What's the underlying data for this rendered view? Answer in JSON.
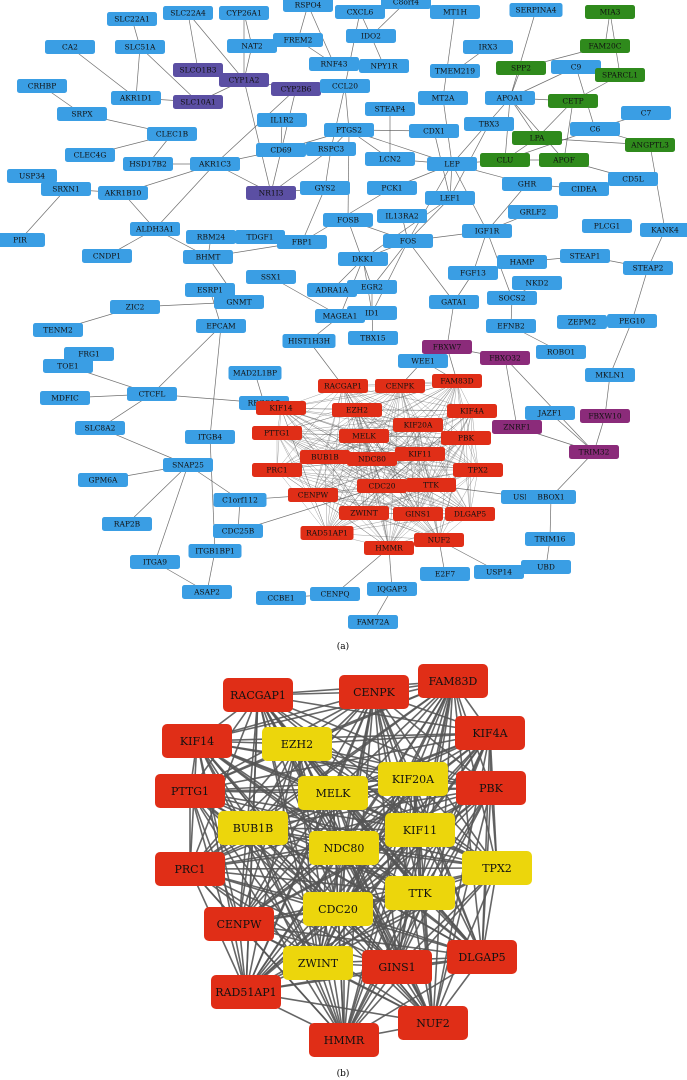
{
  "colors": {
    "blue": "#3a9ee4",
    "purple": "#5b4fa3",
    "green": "#2f8a1c",
    "red": "#e02e17",
    "magenta": "#8b2b7a",
    "yellow": "#ecd60c",
    "edge": "#555555"
  },
  "panel_a": {
    "caption": "(a)",
    "nodes": [
      {
        "id": "SLC22A1",
        "c": "blue"
      },
      {
        "id": "SLC22A4",
        "c": "blue"
      },
      {
        "id": "CYP26A1",
        "c": "blue"
      },
      {
        "id": "RSPO4",
        "c": "blue"
      },
      {
        "id": "CXCL6",
        "c": "blue"
      },
      {
        "id": "C8orf4",
        "c": "blue"
      },
      {
        "id": "MT1H",
        "c": "blue"
      },
      {
        "id": "SERPINA4",
        "c": "blue"
      },
      {
        "id": "MIA3",
        "c": "green"
      },
      {
        "id": "CA2",
        "c": "blue"
      },
      {
        "id": "SLC51A",
        "c": "blue"
      },
      {
        "id": "NAT2",
        "c": "blue"
      },
      {
        "id": "FREM2",
        "c": "blue"
      },
      {
        "id": "IDO2",
        "c": "blue"
      },
      {
        "id": "IRX3",
        "c": "blue"
      },
      {
        "id": "FAM20C",
        "c": "green"
      },
      {
        "id": "SLCO1B3",
        "c": "purple"
      },
      {
        "id": "CYP1A2",
        "c": "purple"
      },
      {
        "id": "RNF43",
        "c": "blue"
      },
      {
        "id": "NPY1R",
        "c": "blue"
      },
      {
        "id": "TMEM219",
        "c": "blue"
      },
      {
        "id": "SPP2",
        "c": "green"
      },
      {
        "id": "C9",
        "c": "blue"
      },
      {
        "id": "SPARCL1",
        "c": "green"
      },
      {
        "id": "CRHBP",
        "c": "blue"
      },
      {
        "id": "AKR1D1",
        "c": "blue"
      },
      {
        "id": "SLC10A1",
        "c": "purple"
      },
      {
        "id": "CYP2B6",
        "c": "purple"
      },
      {
        "id": "CCL20",
        "c": "blue"
      },
      {
        "id": "MT2A",
        "c": "blue"
      },
      {
        "id": "APOA1",
        "c": "blue"
      },
      {
        "id": "CETP",
        "c": "green"
      },
      {
        "id": "C7",
        "c": "blue"
      },
      {
        "id": "SRPX",
        "c": "blue"
      },
      {
        "id": "IL1R2",
        "c": "blue"
      },
      {
        "id": "STEAP4",
        "c": "blue"
      },
      {
        "id": "TBX3",
        "c": "blue"
      },
      {
        "id": "C6",
        "c": "blue"
      },
      {
        "id": "CLEC1B",
        "c": "blue"
      },
      {
        "id": "PTGS2",
        "c": "blue"
      },
      {
        "id": "CDX1",
        "c": "blue"
      },
      {
        "id": "LPA",
        "c": "green"
      },
      {
        "id": "ANGPTL3",
        "c": "green"
      },
      {
        "id": "CLEC4G",
        "c": "blue"
      },
      {
        "id": "HSD17B2",
        "c": "blue"
      },
      {
        "id": "CD69",
        "c": "blue"
      },
      {
        "id": "RSPC3",
        "c": "blue"
      },
      {
        "id": "USP34",
        "c": "blue"
      },
      {
        "id": "AKR1C3",
        "c": "blue"
      },
      {
        "id": "LCN2",
        "c": "blue"
      },
      {
        "id": "LEP",
        "c": "blue"
      },
      {
        "id": "CLU",
        "c": "green"
      },
      {
        "id": "APOF",
        "c": "green"
      },
      {
        "id": "CD5L",
        "c": "blue"
      },
      {
        "id": "SRXN1",
        "c": "blue"
      },
      {
        "id": "AKR1B10",
        "c": "blue"
      },
      {
        "id": "NR1I3",
        "c": "purple"
      },
      {
        "id": "GYS2",
        "c": "blue"
      },
      {
        "id": "PCK1",
        "c": "blue"
      },
      {
        "id": "GHR",
        "c": "blue"
      },
      {
        "id": "CIDEA",
        "c": "blue"
      },
      {
        "id": "ALDH3A1",
        "c": "blue"
      },
      {
        "id": "FOSB",
        "c": "blue"
      },
      {
        "id": "IL13RA2",
        "c": "blue"
      },
      {
        "id": "LEF1",
        "c": "blue"
      },
      {
        "id": "GRLF2",
        "c": "blue"
      },
      {
        "id": "KANK4",
        "c": "blue"
      },
      {
        "id": "PIR",
        "c": "blue"
      },
      {
        "id": "RBM24",
        "c": "blue"
      },
      {
        "id": "IGF1R",
        "c": "blue"
      },
      {
        "id": "PLCG1",
        "c": "blue"
      },
      {
        "id": "CNDP1",
        "c": "blue"
      },
      {
        "id": "TDGF1",
        "c": "blue"
      },
      {
        "id": "FBP1",
        "c": "blue"
      },
      {
        "id": "FOS",
        "c": "blue"
      },
      {
        "id": "BHMT",
        "c": "blue"
      },
      {
        "id": "DKK1",
        "c": "blue"
      },
      {
        "id": "HAMP",
        "c": "blue"
      },
      {
        "id": "STEAP1",
        "c": "blue"
      },
      {
        "id": "STEAP2",
        "c": "blue"
      },
      {
        "id": "ESRP1",
        "c": "blue"
      },
      {
        "id": "SSX1",
        "c": "blue"
      },
      {
        "id": "FGF13",
        "c": "blue"
      },
      {
        "id": "EGR2",
        "c": "blue"
      },
      {
        "id": "NKD2",
        "c": "blue"
      },
      {
        "id": "GNMT",
        "c": "blue"
      },
      {
        "id": "ZIC2",
        "c": "blue"
      },
      {
        "id": "ADRA1A",
        "c": "blue"
      },
      {
        "id": "SOCS2",
        "c": "blue"
      },
      {
        "id": "TENM2",
        "c": "blue"
      },
      {
        "id": "ID1",
        "c": "blue"
      },
      {
        "id": "GATA1",
        "c": "blue"
      },
      {
        "id": "EFNB2",
        "c": "blue"
      },
      {
        "id": "ZEPM2",
        "c": "blue"
      },
      {
        "id": "PEG10",
        "c": "blue"
      },
      {
        "id": "FRG1",
        "c": "blue"
      },
      {
        "id": "EPCAM",
        "c": "blue"
      },
      {
        "id": "MAGEA1",
        "c": "blue"
      },
      {
        "id": "TBX15",
        "c": "blue"
      },
      {
        "id": "FBXW7",
        "c": "magenta"
      },
      {
        "id": "ROBO1",
        "c": "blue"
      },
      {
        "id": "TOE1",
        "c": "blue"
      },
      {
        "id": "HIST1H3H",
        "c": "blue"
      },
      {
        "id": "WEE1",
        "c": "blue"
      },
      {
        "id": "FBXO32",
        "c": "magenta"
      },
      {
        "id": "MDFIC",
        "c": "blue"
      },
      {
        "id": "MAD2L1BP",
        "c": "blue"
      },
      {
        "id": "RACGAP1",
        "c": "red"
      },
      {
        "id": "CENPK",
        "c": "red"
      },
      {
        "id": "FAM83D",
        "c": "red"
      },
      {
        "id": "MKLN1",
        "c": "blue"
      },
      {
        "id": "CTCFL",
        "c": "blue"
      },
      {
        "id": "RECQL5",
        "c": "blue"
      },
      {
        "id": "KIF14",
        "c": "red"
      },
      {
        "id": "EZH2",
        "c": "red"
      },
      {
        "id": "KIF4A",
        "c": "red"
      },
      {
        "id": "JAZF1",
        "c": "blue"
      },
      {
        "id": "FBXW10",
        "c": "magenta"
      },
      {
        "id": "SLC8A2",
        "c": "blue"
      },
      {
        "id": "ITGB4",
        "c": "blue"
      },
      {
        "id": "PTTG1",
        "c": "red"
      },
      {
        "id": "MELK",
        "c": "red"
      },
      {
        "id": "KIF20A",
        "c": "red"
      },
      {
        "id": "ZNRF1",
        "c": "magenta"
      },
      {
        "id": "BUB1B",
        "c": "red"
      },
      {
        "id": "NDC80",
        "c": "red"
      },
      {
        "id": "KIF11",
        "c": "red"
      },
      {
        "id": "PBK",
        "c": "red"
      },
      {
        "id": "TRIM32",
        "c": "magenta"
      },
      {
        "id": "PRC1",
        "c": "red"
      },
      {
        "id": "SNAP25",
        "c": "blue"
      },
      {
        "id": "CDC20",
        "c": "red"
      },
      {
        "id": "TTK",
        "c": "red"
      },
      {
        "id": "TPX2",
        "c": "red"
      },
      {
        "id": "GPM6A",
        "c": "blue"
      },
      {
        "id": "C1orf112",
        "c": "blue"
      },
      {
        "id": "CENPW",
        "c": "red"
      },
      {
        "id": "USP37",
        "c": "blue"
      },
      {
        "id": "BBOX1",
        "c": "blue"
      },
      {
        "id": "CDC25B",
        "c": "blue"
      },
      {
        "id": "ZWINT",
        "c": "red"
      },
      {
        "id": "GINS1",
        "c": "red"
      },
      {
        "id": "DLGAP5",
        "c": "red"
      },
      {
        "id": "RAP2B",
        "c": "blue"
      },
      {
        "id": "RAD51AP1",
        "c": "red"
      },
      {
        "id": "TRIM16",
        "c": "blue"
      },
      {
        "id": "ITGB1BP1",
        "c": "blue"
      },
      {
        "id": "HMMR",
        "c": "red"
      },
      {
        "id": "NUF2",
        "c": "red"
      },
      {
        "id": "ITGA9",
        "c": "blue"
      },
      {
        "id": "E2F7",
        "c": "blue"
      },
      {
        "id": "USP14",
        "c": "blue"
      },
      {
        "id": "UBD",
        "c": "blue"
      },
      {
        "id": "ASAP2",
        "c": "blue"
      },
      {
        "id": "CCBE1",
        "c": "blue"
      },
      {
        "id": "CENPQ",
        "c": "blue"
      },
      {
        "id": "IQGAP3",
        "c": "blue"
      },
      {
        "id": "FAM72A",
        "c": "blue"
      }
    ]
  },
  "panel_b": {
    "caption": "(b)",
    "nodes": [
      {
        "id": "RACGAP1",
        "c": "red"
      },
      {
        "id": "CENPK",
        "c": "red"
      },
      {
        "id": "FAM83D",
        "c": "red"
      },
      {
        "id": "KIF14",
        "c": "red"
      },
      {
        "id": "EZH2",
        "c": "yellow"
      },
      {
        "id": "KIF4A",
        "c": "red"
      },
      {
        "id": "PTTG1",
        "c": "red"
      },
      {
        "id": "MELK",
        "c": "yellow"
      },
      {
        "id": "KIF20A",
        "c": "yellow"
      },
      {
        "id": "PBK",
        "c": "red"
      },
      {
        "id": "BUB1B",
        "c": "yellow"
      },
      {
        "id": "KIF11",
        "c": "yellow"
      },
      {
        "id": "NDC80",
        "c": "yellow"
      },
      {
        "id": "PRC1",
        "c": "red"
      },
      {
        "id": "TPX2",
        "c": "yellow"
      },
      {
        "id": "TTK",
        "c": "yellow"
      },
      {
        "id": "CENPW",
        "c": "red"
      },
      {
        "id": "CDC20",
        "c": "yellow"
      },
      {
        "id": "DLGAP5",
        "c": "red"
      },
      {
        "id": "ZWINT",
        "c": "yellow"
      },
      {
        "id": "GINS1",
        "c": "red"
      },
      {
        "id": "RAD51AP1",
        "c": "red"
      },
      {
        "id": "NUF2",
        "c": "red"
      },
      {
        "id": "HMMR",
        "c": "red"
      }
    ]
  }
}
